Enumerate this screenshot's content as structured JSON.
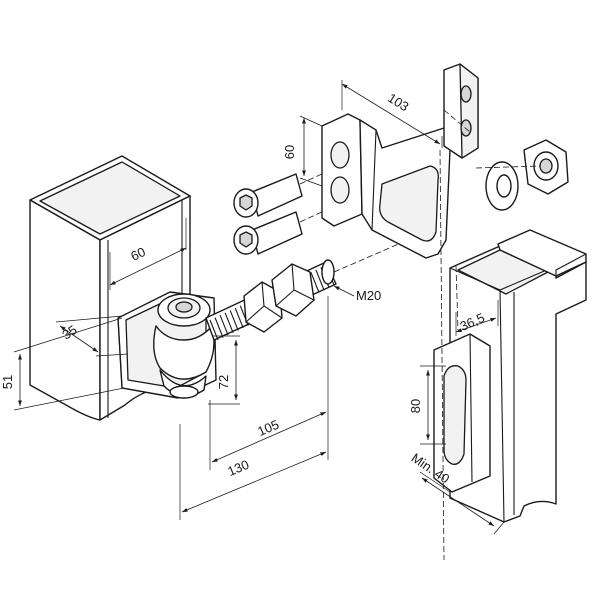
{
  "dimensions": {
    "post_width": "60",
    "post_depth": "35",
    "height_51": "51",
    "height_72": "72",
    "len_105": "105",
    "len_130": "130",
    "bracket_height": "60",
    "bracket_length": "103",
    "thread": "M20",
    "offset": "36,5",
    "slot": "80",
    "min_gap": "Min. 40"
  }
}
